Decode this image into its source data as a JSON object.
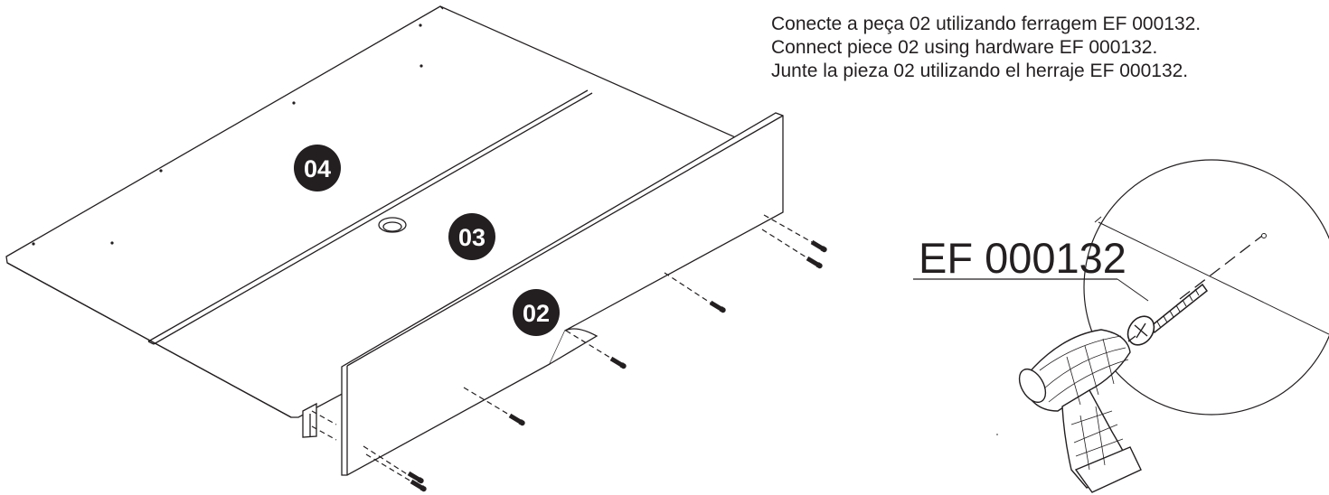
{
  "instructions": [
    "Conecte a peça  02 utilizando ferragem EF 000132.",
    "Connect piece 02 using hardware EF 000132.",
    "Junte la pieza 02 utilizando el herraje EF 000132."
  ],
  "parts": [
    {
      "id": "part-04",
      "label": "04"
    },
    {
      "id": "part-03",
      "label": "03"
    },
    {
      "id": "part-02",
      "label": "02"
    }
  ],
  "hardware": {
    "code": "EF 000132"
  },
  "colors": {
    "ink": "#231f20",
    "badge": "#231f20",
    "paper": "#ffffff"
  },
  "icons": [
    "screw-icon",
    "drill-icon",
    "detail-magnifier-circle"
  ]
}
